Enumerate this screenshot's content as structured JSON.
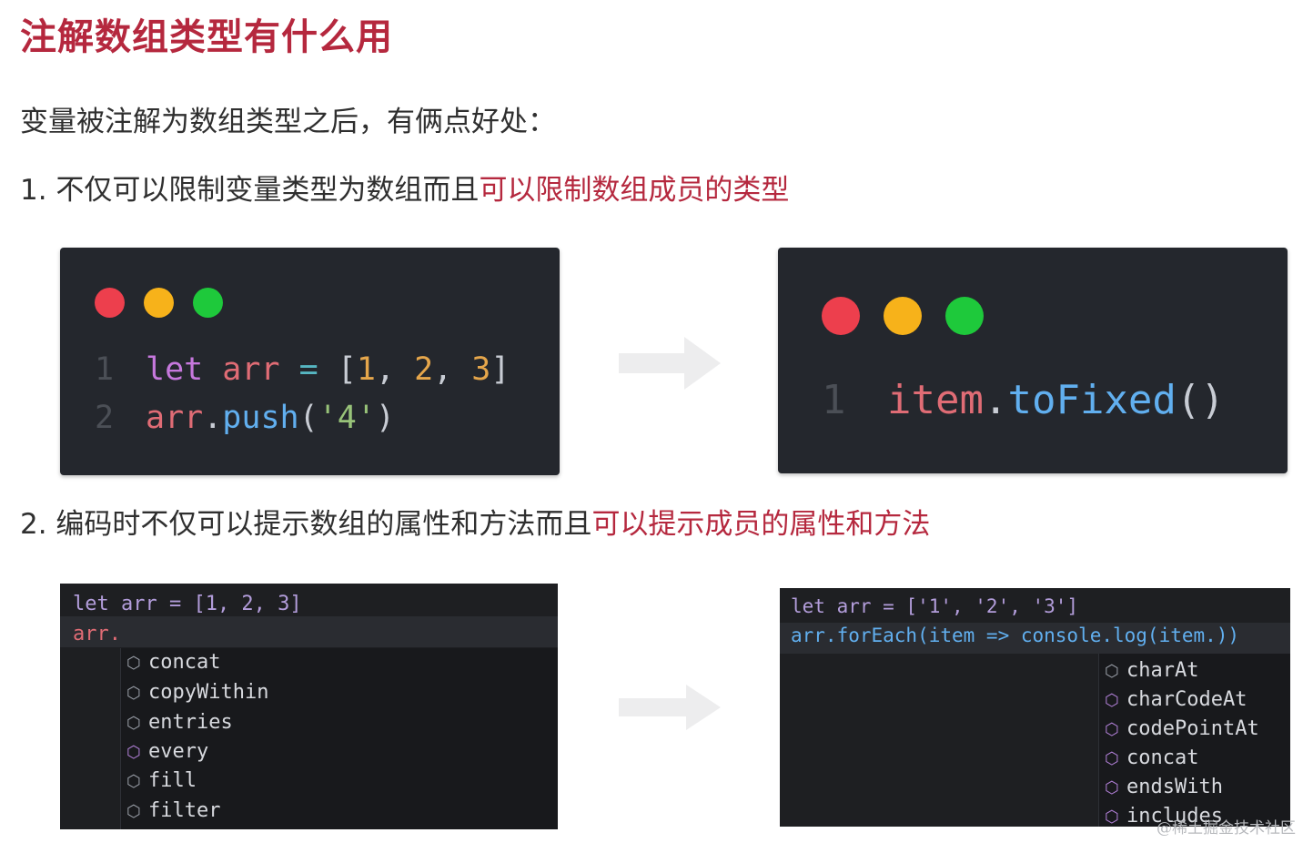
{
  "title": "注解数组类型有什么用",
  "intro": "变量被注解为数组类型之后，有俩点好处：",
  "points": [
    {
      "prefix": "1. 不仅可以限制变量类型为数组而且",
      "highlight": "可以限制数组成员的类型"
    },
    {
      "prefix": "2. 编码时不仅可以提示数组的属性和方法而且",
      "highlight": "可以提示成员的属性和方法"
    }
  ],
  "card_left": {
    "lines": [
      {
        "num": "1",
        "parts": [
          "let",
          "arr",
          "=",
          "[",
          "1",
          ",",
          "2",
          ",",
          "3",
          "]"
        ]
      },
      {
        "num": "2",
        "parts": [
          "arr",
          ".",
          "push",
          "(",
          "'4'",
          ")"
        ]
      }
    ]
  },
  "card_right": {
    "line": {
      "num": "1",
      "parts": [
        "item",
        ".",
        "toFixed",
        "()"
      ]
    }
  },
  "editor_left": {
    "line1": "let arr = [1, 2, 3]",
    "line2": "arr.",
    "suggestions": [
      "concat",
      "copyWithin",
      "entries",
      "every",
      "fill",
      "filter"
    ]
  },
  "editor_right": {
    "line1": "let arr = ['1', '2', '3']",
    "line2": "arr.forEach(item => console.log(item.))",
    "suggestions": [
      "charAt",
      "charCodeAt",
      "codePointAt",
      "concat",
      "endsWith",
      "includes"
    ]
  },
  "watermark": "@稀土掘金技术社区",
  "colors": {
    "accent": "#b5283e",
    "card_bg": "#24272d",
    "dot_red": "#ed3f4d",
    "dot_yellow": "#f7b21a",
    "dot_green": "#1ec93b"
  },
  "icons": {
    "window_controls": [
      "red-dot",
      "yellow-dot",
      "green-dot"
    ],
    "arrow": "right-arrow-icon",
    "suggestion_icon": "cube-icon"
  }
}
